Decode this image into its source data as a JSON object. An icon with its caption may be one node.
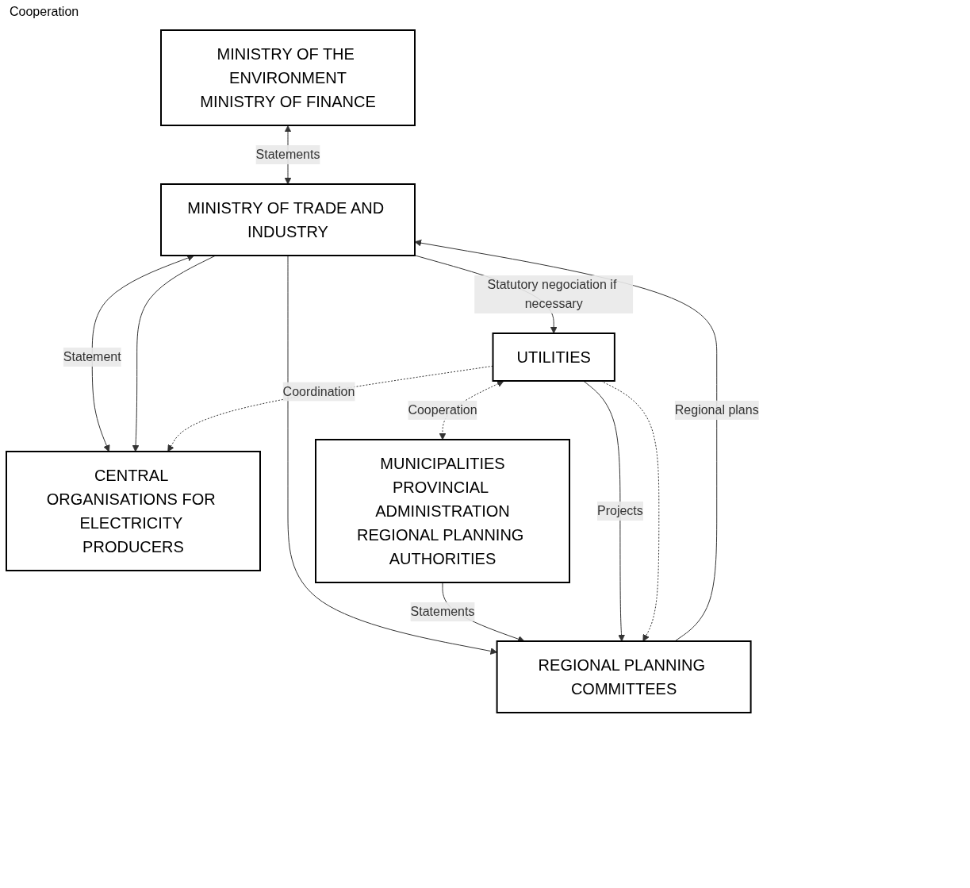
{
  "diagram": {
    "nodes": [
      {
        "text": [
          "MINISTRY OF THE ENVIRONMENT",
          "MINISTRY OF FINANCE"
        ]
      },
      {
        "text": [
          "MINISTRY OF TRADE AND INDUSTRY"
        ]
      },
      {
        "text": [
          "CENTRAL ORGANISATIONS FOR ELECTRICITY PRODUCERS"
        ]
      },
      {
        "text": [
          "MUNICIPALITIES",
          "PROVINCIAL ADMINISTRATION",
          "REGIONAL PLANNING AUTHORITIES"
        ]
      },
      {
        "text": [
          "REGIONAL PLANNING COMMITTEES"
        ]
      },
      {
        "text": [
          "UTILITIES"
        ]
      }
    ],
    "edges": [
      {
        "from": 0,
        "to": 1,
        "arrow": "both",
        "label": "Statements"
      },
      {
        "from": 1,
        "to": 2,
        "arrow": "both",
        "label": "Statement"
      },
      {
        "from": 1,
        "to": 2,
        "arrow": "to"
      },
      {
        "from": 4,
        "to": 1,
        "arrow": "to",
        "label": "Regional plans"
      },
      {
        "from": 1,
        "to": 4,
        "arrow": "to"
      },
      {
        "from": 1,
        "to": 5,
        "arrow": "to",
        "label": "Statutory negociation if necessary"
      },
      {
        "from": 3,
        "to": 4,
        "arrow": "to",
        "label": "Statements"
      },
      {
        "from": 5,
        "to": 4,
        "arrow": "to",
        "label": "Projects"
      },
      {
        "from": 5,
        "to": 3,
        "arrow": "both",
        "style": "dashed",
        "label": "Cooperation"
      },
      {
        "from": 5,
        "to": 2,
        "arrow": "to",
        "style": "dashed",
        "label": "Coordination"
      },
      {
        "from": 5,
        "to": 4,
        "arrow": "to",
        "style": "dashed"
      }
    ],
    "labels": [
      "Cooperation"
    ]
  }
}
